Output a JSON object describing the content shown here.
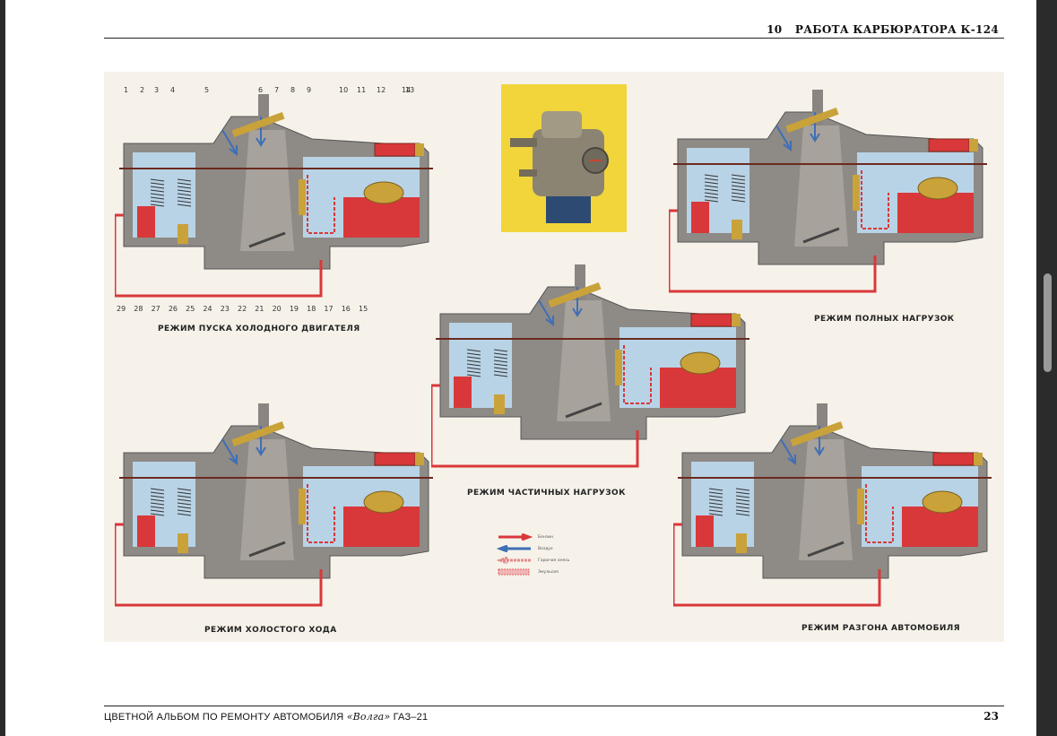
{
  "header": {
    "page_number": "10",
    "title": "РАБОТА КАРБЮРАТОРА К-124"
  },
  "plate": {
    "top_part_numbers": [
      "1",
      "2",
      "3",
      "4",
      "5",
      "6",
      "7",
      "8",
      "9",
      "10",
      "11",
      "12",
      "13",
      "14"
    ],
    "bottom_part_numbers": [
      "29",
      "28",
      "27",
      "26",
      "25",
      "24",
      "23",
      "22",
      "21",
      "20",
      "19",
      "18",
      "17",
      "16",
      "15"
    ],
    "captions": {
      "cold_start": "РЕЖИМ ПУСКА ХОЛОДНОГО ДВИГАТЕЛЯ",
      "full_load": "РЕЖИМ ПОЛНЫХ НАГРУЗОК",
      "partial_load": "РЕЖИМ ЧАСТИЧНЫХ НАГРУЗОК",
      "idle": "РЕЖИМ ХОЛОСТОГО ХОДА",
      "acceleration": "РЕЖИМ РАЗГОНА АВТОМОБИЛЯ"
    },
    "legend": [
      {
        "label": "Бензин"
      },
      {
        "label": "Воздух"
      },
      {
        "label": "Горючая смесь"
      },
      {
        "label": "Эмульсия"
      }
    ]
  },
  "footer": {
    "text_before": "ЦВЕТНОЙ АЛЬБОМ ПО РЕМОНТУ АВТОМОБИЛЯ ",
    "italic": "«Волга»",
    "text_after": " ГАЗ–21",
    "page_number": "23"
  },
  "colors": {
    "fuel": "#d9383a",
    "air": "#3f6fb5",
    "body_gray": "#8e8a86",
    "cavity_blue": "#b9d3e6",
    "brass": "#c9a23a",
    "photo_bg": "#f1d53a"
  }
}
